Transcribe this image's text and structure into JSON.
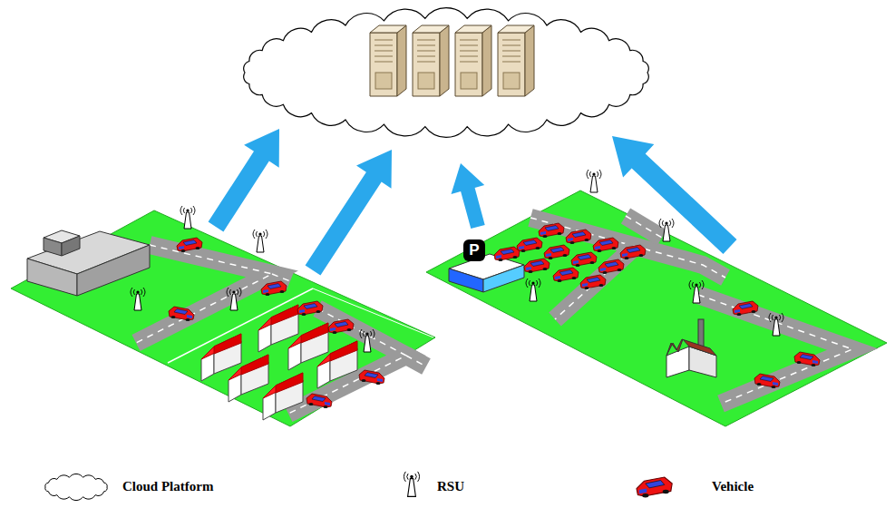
{
  "diagram": {
    "labels": [
      "P"
    ],
    "legend": [
      {
        "text": "Cloud Platform"
      },
      {
        "text": "RSU"
      },
      {
        "text": "Vehicle"
      }
    ]
  }
}
